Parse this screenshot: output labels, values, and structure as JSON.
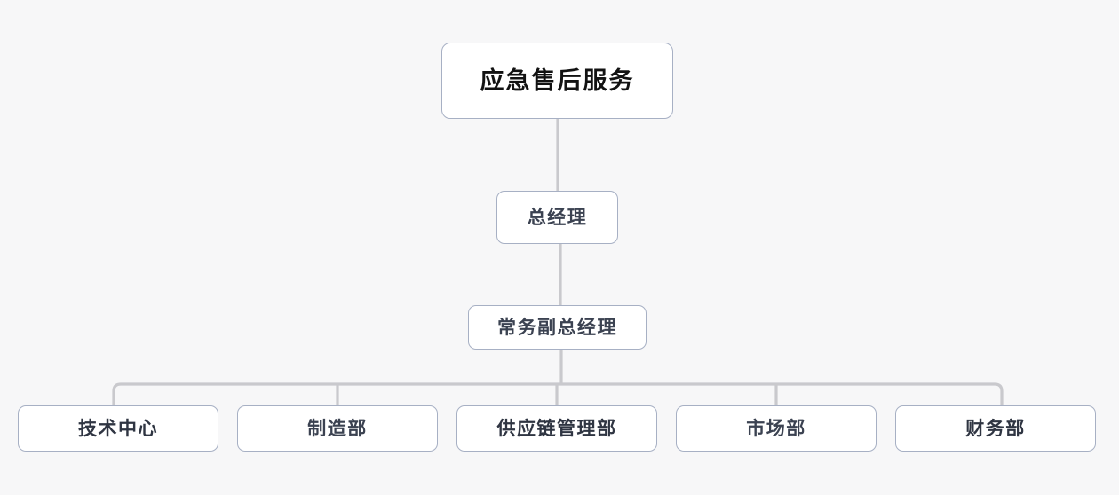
{
  "diagram": {
    "type": "org-chart",
    "title": "应急售后服务",
    "background_color": "#f7f7f8",
    "node_fill": "#ffffff",
    "node_border_color": "#a7b0c4",
    "connector_color": "#c9c9cd",
    "levels": [
      {
        "level": 1,
        "nodes": [
          {
            "id": "root",
            "label": "应急售后服务"
          }
        ]
      },
      {
        "level": 2,
        "nodes": [
          {
            "id": "gm",
            "label": "总经理"
          }
        ]
      },
      {
        "level": 3,
        "nodes": [
          {
            "id": "deputy-gm",
            "label": "常务副总经理"
          }
        ]
      },
      {
        "level": 4,
        "nodes": [
          {
            "id": "dept-tech",
            "label": "技术中心"
          },
          {
            "id": "dept-manufacture",
            "label": "制造部"
          },
          {
            "id": "dept-supply",
            "label": "供应链管理部"
          },
          {
            "id": "dept-market",
            "label": "市场部"
          },
          {
            "id": "dept-finance",
            "label": "财务部"
          }
        ]
      }
    ]
  }
}
